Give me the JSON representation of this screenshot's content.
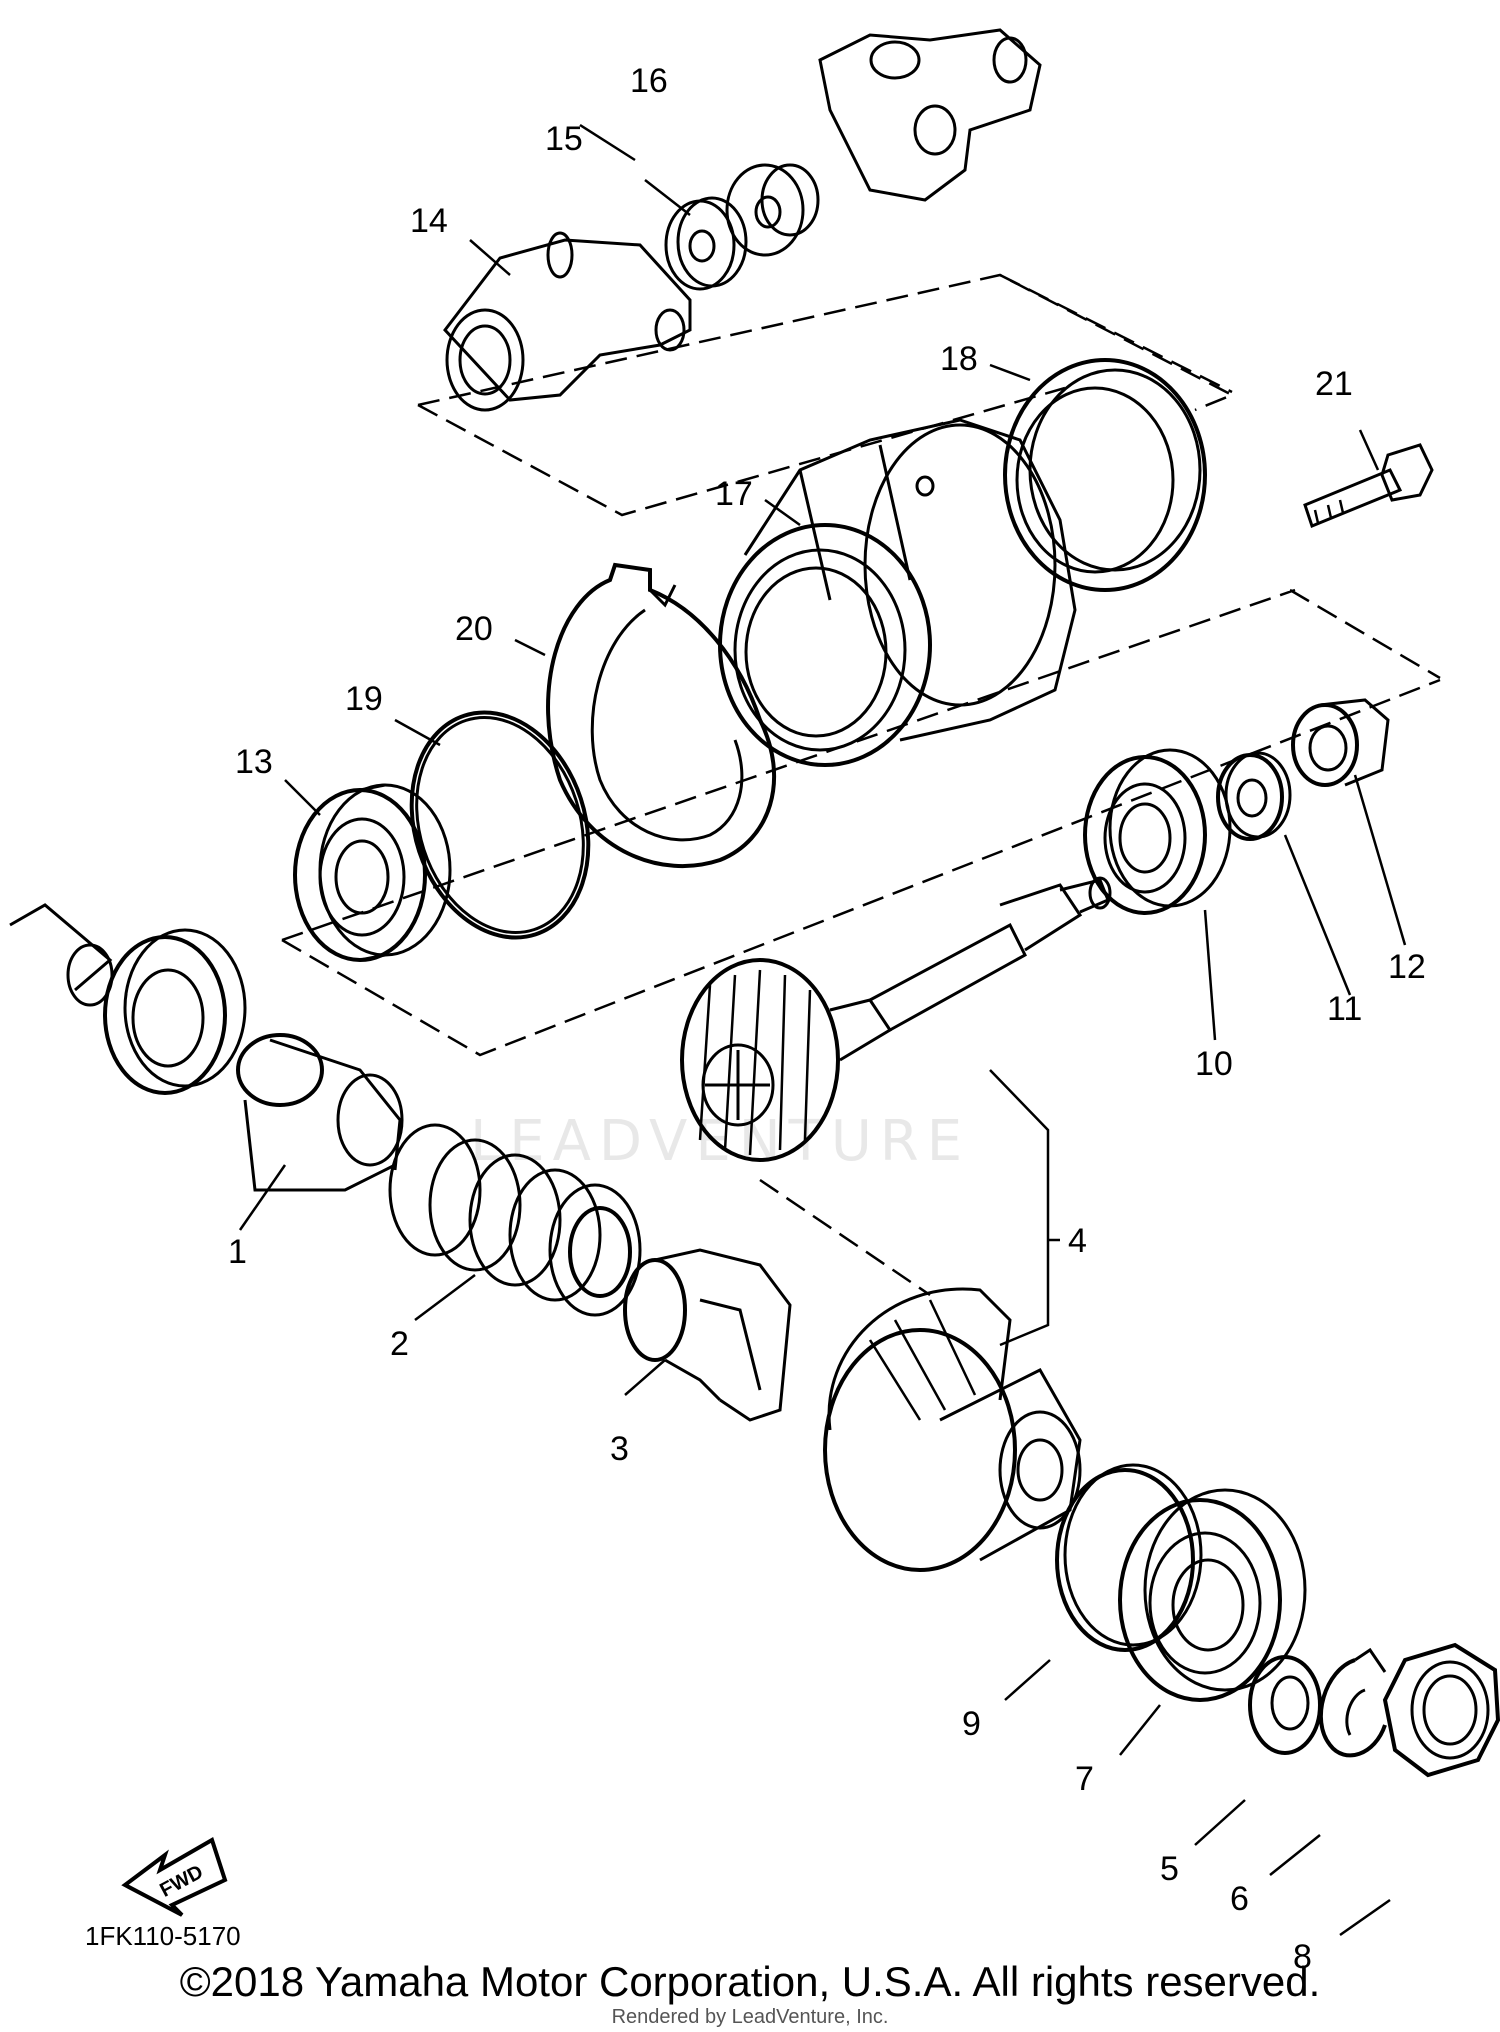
{
  "diagram": {
    "part_labels": [
      {
        "id": "p1",
        "text": "1"
      },
      {
        "id": "p2",
        "text": "2"
      },
      {
        "id": "p3",
        "text": "3"
      },
      {
        "id": "p4",
        "text": "4"
      },
      {
        "id": "p5",
        "text": "5"
      },
      {
        "id": "p6",
        "text": "6"
      },
      {
        "id": "p7",
        "text": "7"
      },
      {
        "id": "p8",
        "text": "8"
      },
      {
        "id": "p9",
        "text": "9"
      },
      {
        "id": "p10",
        "text": "10"
      },
      {
        "id": "p11",
        "text": "11"
      },
      {
        "id": "p12",
        "text": "12"
      },
      {
        "id": "p13",
        "text": "13"
      },
      {
        "id": "p14",
        "text": "14"
      },
      {
        "id": "p15",
        "text": "15"
      },
      {
        "id": "p16",
        "text": "16"
      },
      {
        "id": "p17",
        "text": "17"
      },
      {
        "id": "p18",
        "text": "18"
      },
      {
        "id": "p19",
        "text": "19"
      },
      {
        "id": "p20",
        "text": "20"
      },
      {
        "id": "p21",
        "text": "21"
      }
    ],
    "fwd_label": "FWD",
    "diagram_code": "1FK110-5170",
    "watermark": "LEADVENTURE"
  },
  "footer": {
    "copyright": "©2018 Yamaha Motor Corporation, U.S.A. All rights reserved.",
    "rendered_by": "Rendered by LeadVenture, Inc."
  },
  "colors": {
    "line": "#000000",
    "background": "#ffffff",
    "watermark": "#e8e8e8"
  }
}
